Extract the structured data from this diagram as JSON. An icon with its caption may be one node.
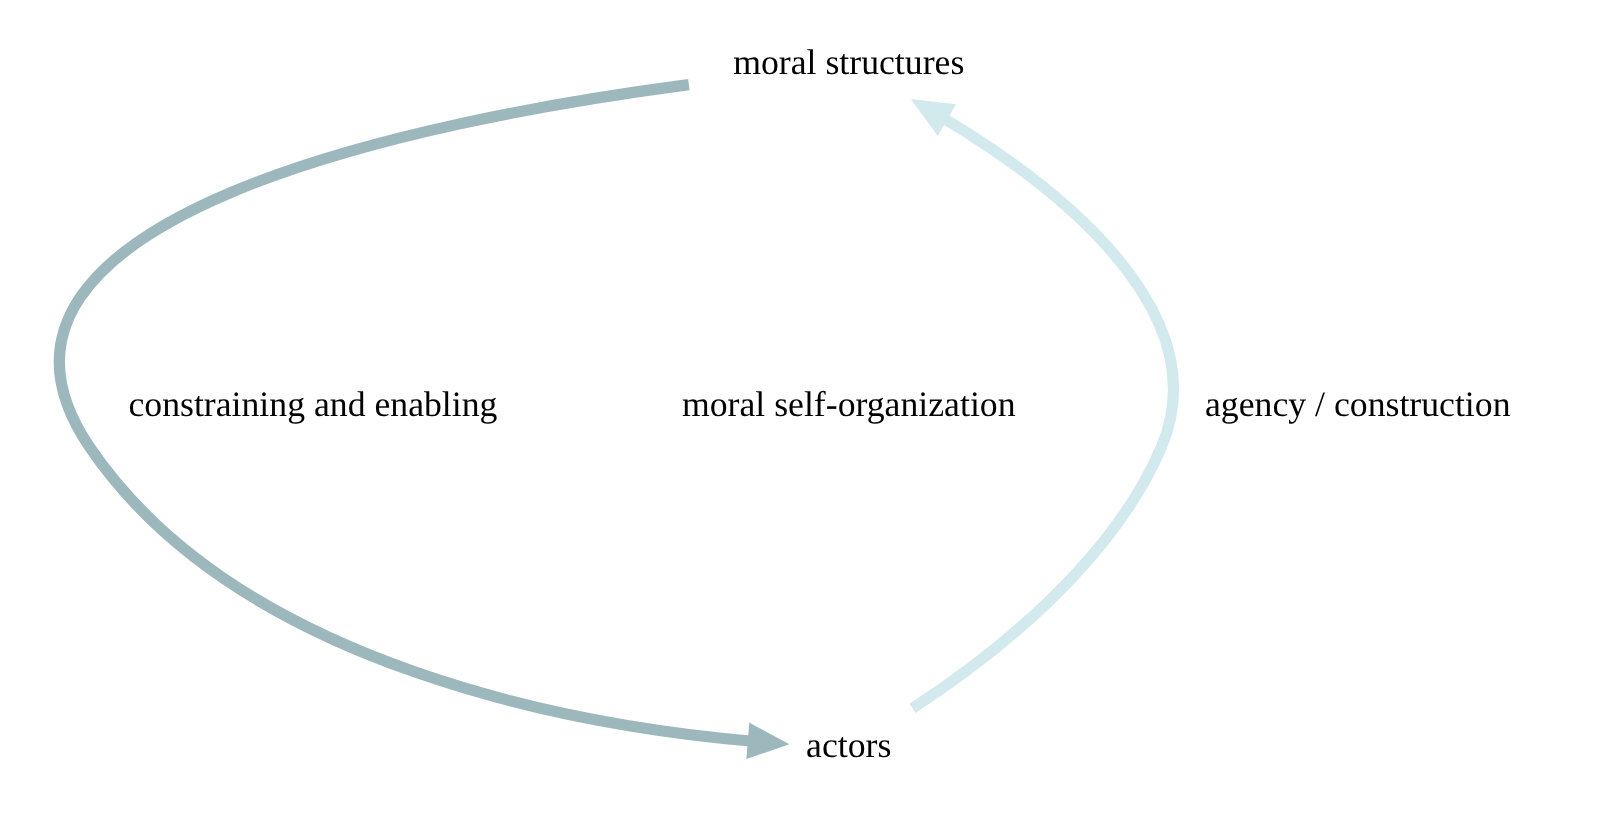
{
  "diagram": {
    "nodes": [
      {
        "text": [
          "moral structures"
        ]
      },
      {
        "text": [
          "actors"
        ]
      }
    ],
    "edges": [
      {
        "from": 1,
        "to": 0,
        "arrow": "to",
        "label": "agency / construction",
        "color": "#d2eaee"
      },
      {
        "from": 0,
        "to": 1,
        "arrow": "to",
        "label": "constraining and enabling",
        "color": "#9db8bc"
      }
    ],
    "labels": [
      "moral self-organization"
    ]
  }
}
